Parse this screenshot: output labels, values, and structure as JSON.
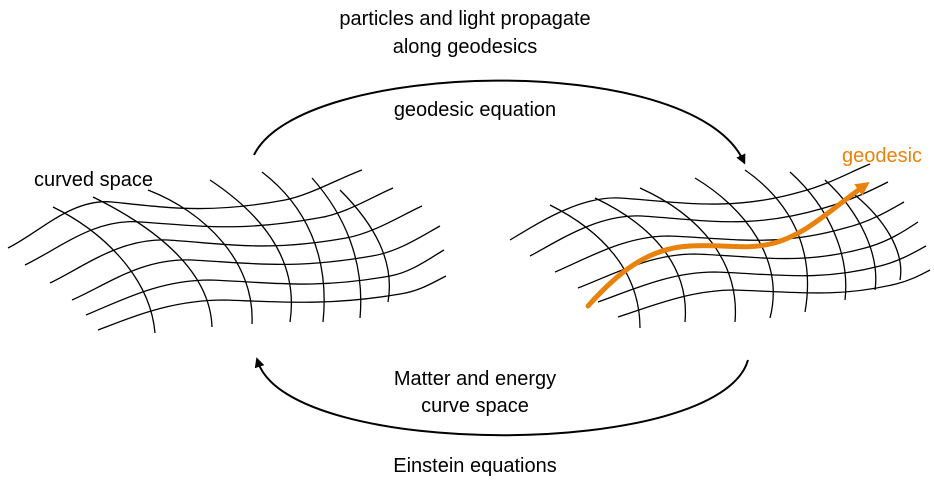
{
  "top": {
    "line1": "particles and light propagate",
    "line2": "along geodesics",
    "arrow_label": "geodesic equation"
  },
  "bottom": {
    "line1": "Matter and energy",
    "line2": "curve space",
    "arrow_label": "Einstein equations"
  },
  "left_mesh": {
    "label": "curved space"
  },
  "right_mesh": {
    "label": "geodesic"
  },
  "colors": {
    "ink": "#000000",
    "geodesic": "#e8820c"
  }
}
